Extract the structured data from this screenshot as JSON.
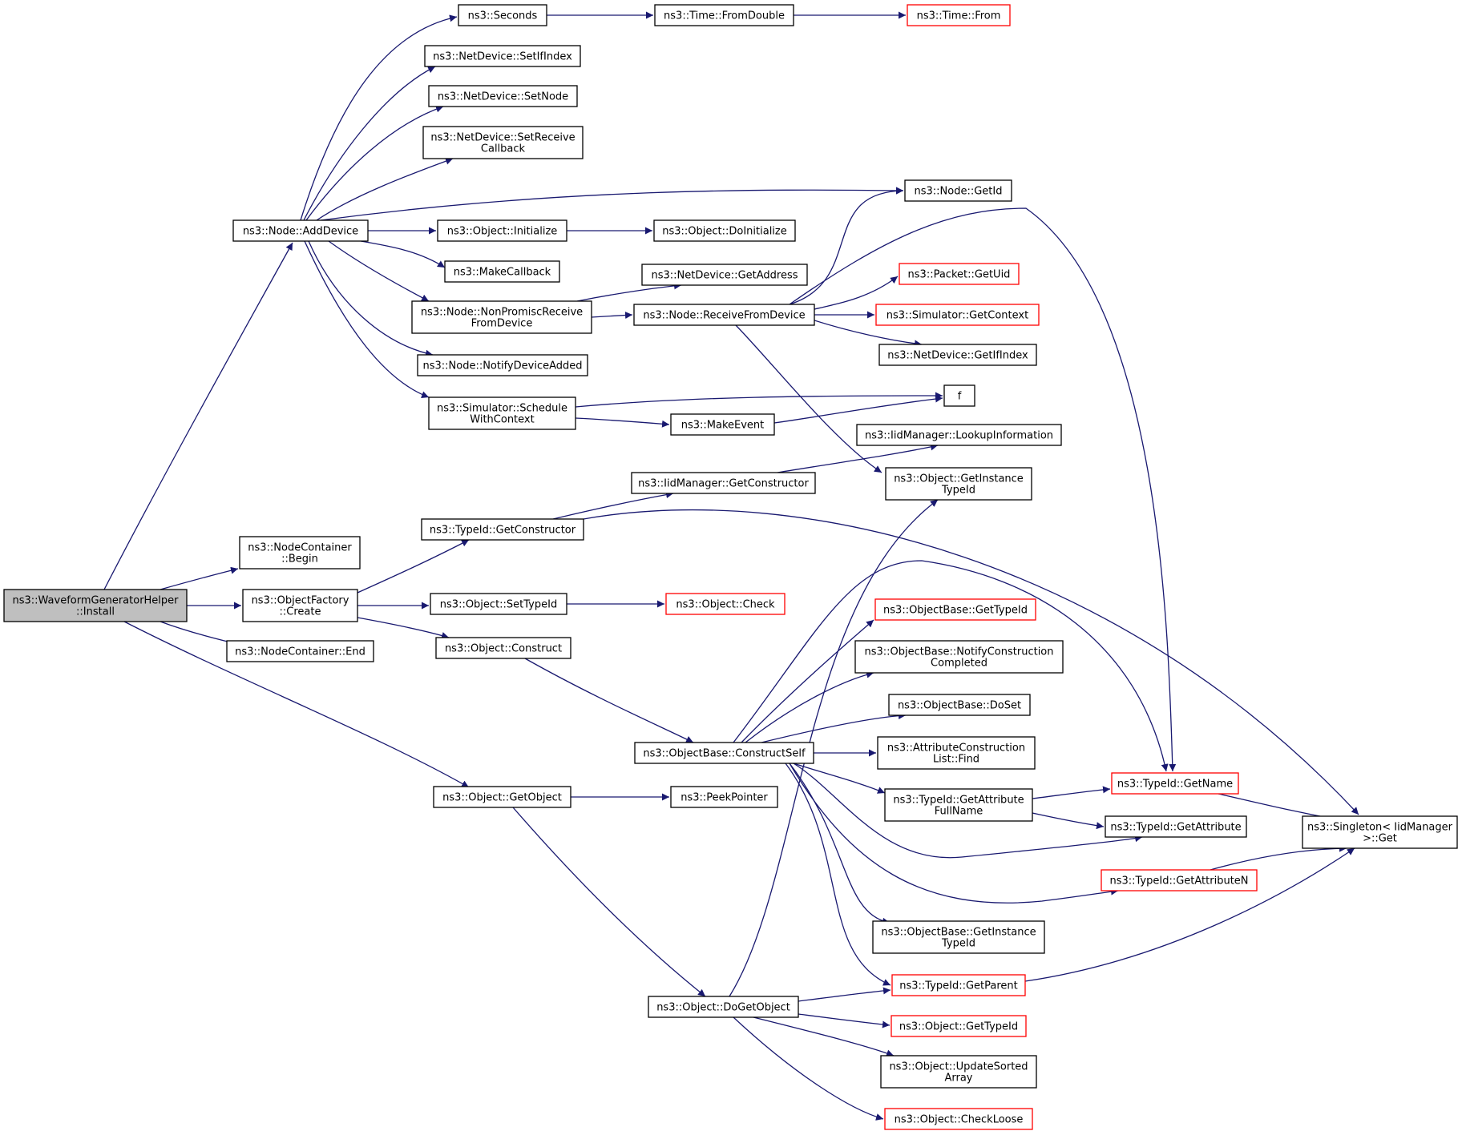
{
  "colors": {
    "edge": "#191970",
    "node_border": "#000000",
    "truncated_border": "#ff0000",
    "root_fill": "#bfbfbf",
    "node_fill": "#ffffff"
  },
  "nodes": [
    {
      "id": "install",
      "lines": [
        "ns3::WaveformGeneratorHelper",
        "::Install"
      ],
      "style": "root"
    },
    {
      "id": "addDevice",
      "lines": [
        "ns3::Node::AddDevice"
      ],
      "style": "normal"
    },
    {
      "id": "seconds",
      "lines": [
        "ns3::Seconds"
      ],
      "style": "normal"
    },
    {
      "id": "fromDouble",
      "lines": [
        "ns3::Time::FromDouble"
      ],
      "style": "normal"
    },
    {
      "id": "timeFrom",
      "lines": [
        "ns3::Time::From"
      ],
      "style": "truncated"
    },
    {
      "id": "setIfIndex",
      "lines": [
        "ns3::NetDevice::SetIfIndex"
      ],
      "style": "normal"
    },
    {
      "id": "setNode",
      "lines": [
        "ns3::NetDevice::SetNode"
      ],
      "style": "normal"
    },
    {
      "id": "setRecvCb",
      "lines": [
        "ns3::NetDevice::SetReceive",
        "Callback"
      ],
      "style": "normal"
    },
    {
      "id": "nodeGetId",
      "lines": [
        "ns3::Node::GetId"
      ],
      "style": "normal"
    },
    {
      "id": "objInit",
      "lines": [
        "ns3::Object::Initialize"
      ],
      "style": "normal"
    },
    {
      "id": "objDoInit",
      "lines": [
        "ns3::Object::DoInitialize"
      ],
      "style": "normal"
    },
    {
      "id": "makeCallback",
      "lines": [
        "ns3::MakeCallback"
      ],
      "style": "normal"
    },
    {
      "id": "getAddress",
      "lines": [
        "ns3::NetDevice::GetAddress"
      ],
      "style": "normal"
    },
    {
      "id": "packetUid",
      "lines": [
        "ns3::Packet::GetUid"
      ],
      "style": "truncated"
    },
    {
      "id": "nonPromisc",
      "lines": [
        "ns3::Node::NonPromiscReceive",
        "FromDevice"
      ],
      "style": "normal"
    },
    {
      "id": "recvFromDev",
      "lines": [
        "ns3::Node::ReceiveFromDevice"
      ],
      "style": "normal"
    },
    {
      "id": "simCtx",
      "lines": [
        "ns3::Simulator::GetContext"
      ],
      "style": "truncated"
    },
    {
      "id": "getIfIndex",
      "lines": [
        "ns3::NetDevice::GetIfIndex"
      ],
      "style": "normal"
    },
    {
      "id": "notifyAdded",
      "lines": [
        "ns3::Node::NotifyDeviceAdded"
      ],
      "style": "normal"
    },
    {
      "id": "f",
      "lines": [
        "f"
      ],
      "style": "normal"
    },
    {
      "id": "schedCtx",
      "lines": [
        "ns3::Simulator::Schedule",
        "WithContext"
      ],
      "style": "normal"
    },
    {
      "id": "makeEvent",
      "lines": [
        "ns3::MakeEvent"
      ],
      "style": "normal"
    },
    {
      "id": "lookupInfo",
      "lines": [
        "ns3::IidManager::LookupInformation"
      ],
      "style": "normal"
    },
    {
      "id": "iidGetCtor",
      "lines": [
        "ns3::IidManager::GetConstructor"
      ],
      "style": "normal"
    },
    {
      "id": "objGetInstTid",
      "lines": [
        "ns3::Object::GetInstance",
        "TypeId"
      ],
      "style": "normal"
    },
    {
      "id": "ncBegin",
      "lines": [
        "ns3::NodeContainer",
        "::Begin"
      ],
      "style": "normal"
    },
    {
      "id": "tidGetCtor",
      "lines": [
        "ns3::TypeId::GetConstructor"
      ],
      "style": "normal"
    },
    {
      "id": "ofCreate",
      "lines": [
        "ns3::ObjectFactory",
        "::Create"
      ],
      "style": "normal"
    },
    {
      "id": "setTypeId",
      "lines": [
        "ns3::Object::SetTypeId"
      ],
      "style": "normal"
    },
    {
      "id": "objCheck",
      "lines": [
        "ns3::Object::Check"
      ],
      "style": "truncated"
    },
    {
      "id": "obGetTypeId",
      "lines": [
        "ns3::ObjectBase::GetTypeId"
      ],
      "style": "truncated"
    },
    {
      "id": "ncEnd",
      "lines": [
        "ns3::NodeContainer::End"
      ],
      "style": "normal"
    },
    {
      "id": "objConstruct",
      "lines": [
        "ns3::Object::Construct"
      ],
      "style": "normal"
    },
    {
      "id": "notifyConstr",
      "lines": [
        "ns3::ObjectBase::NotifyConstruction",
        "Completed"
      ],
      "style": "normal"
    },
    {
      "id": "obDoSet",
      "lines": [
        "ns3::ObjectBase::DoSet"
      ],
      "style": "normal"
    },
    {
      "id": "constructSelf",
      "lines": [
        "ns3::ObjectBase::ConstructSelf"
      ],
      "style": "normal"
    },
    {
      "id": "attrFind",
      "lines": [
        "ns3::AttributeConstruction",
        "List::Find"
      ],
      "style": "normal"
    },
    {
      "id": "tidGetName",
      "lines": [
        "ns3::TypeId::GetName"
      ],
      "style": "truncated"
    },
    {
      "id": "objGetObject",
      "lines": [
        "ns3::Object::GetObject"
      ],
      "style": "normal"
    },
    {
      "id": "peekPointer",
      "lines": [
        "ns3::PeekPointer"
      ],
      "style": "normal"
    },
    {
      "id": "attrFullName",
      "lines": [
        "ns3::TypeId::GetAttribute",
        "FullName"
      ],
      "style": "normal"
    },
    {
      "id": "singletonGet",
      "lines": [
        "ns3::Singleton< IidManager",
        ">::Get"
      ],
      "style": "normal"
    },
    {
      "id": "tidGetAttr",
      "lines": [
        "ns3::TypeId::GetAttribute"
      ],
      "style": "normal"
    },
    {
      "id": "tidGetAttrN",
      "lines": [
        "ns3::TypeId::GetAttributeN"
      ],
      "style": "truncated"
    },
    {
      "id": "obGetInstTid",
      "lines": [
        "ns3::ObjectBase::GetInstance",
        "TypeId"
      ],
      "style": "normal"
    },
    {
      "id": "tidGetParent",
      "lines": [
        "ns3::TypeId::GetParent"
      ],
      "style": "truncated"
    },
    {
      "id": "doGetObject",
      "lines": [
        "ns3::Object::DoGetObject"
      ],
      "style": "normal"
    },
    {
      "id": "objGetTypeId",
      "lines": [
        "ns3::Object::GetTypeId"
      ],
      "style": "truncated"
    },
    {
      "id": "updSorted",
      "lines": [
        "ns3::Object::UpdateSorted",
        "Array"
      ],
      "style": "normal"
    },
    {
      "id": "checkLoose",
      "lines": [
        "ns3::Object::CheckLoose"
      ],
      "style": "truncated"
    }
  ],
  "edges": [
    [
      "install",
      "addDevice"
    ],
    [
      "install",
      "ncBegin"
    ],
    [
      "install",
      "ofCreate"
    ],
    [
      "install",
      "ncEnd"
    ],
    [
      "install",
      "objGetObject"
    ],
    [
      "addDevice",
      "seconds"
    ],
    [
      "addDevice",
      "setIfIndex"
    ],
    [
      "addDevice",
      "setNode"
    ],
    [
      "addDevice",
      "setRecvCb"
    ],
    [
      "addDevice",
      "nodeGetId"
    ],
    [
      "addDevice",
      "objInit"
    ],
    [
      "addDevice",
      "makeCallback"
    ],
    [
      "addDevice",
      "nonPromisc"
    ],
    [
      "addDevice",
      "notifyAdded"
    ],
    [
      "addDevice",
      "schedCtx"
    ],
    [
      "seconds",
      "fromDouble"
    ],
    [
      "fromDouble",
      "timeFrom"
    ],
    [
      "objInit",
      "objDoInit"
    ],
    [
      "nonPromisc",
      "getAddress"
    ],
    [
      "nonPromisc",
      "recvFromDev"
    ],
    [
      "recvFromDev",
      "nodeGetId"
    ],
    [
      "recvFromDev",
      "tidGetName"
    ],
    [
      "recvFromDev",
      "packetUid"
    ],
    [
      "recvFromDev",
      "simCtx"
    ],
    [
      "recvFromDev",
      "getIfIndex"
    ],
    [
      "recvFromDev",
      "objGetInstTid"
    ],
    [
      "schedCtx",
      "f"
    ],
    [
      "schedCtx",
      "makeEvent"
    ],
    [
      "makeEvent",
      "f"
    ],
    [
      "ofCreate",
      "tidGetCtor"
    ],
    [
      "ofCreate",
      "setTypeId"
    ],
    [
      "ofCreate",
      "objConstruct"
    ],
    [
      "tidGetCtor",
      "iidGetCtor"
    ],
    [
      "tidGetCtor",
      "singletonGet"
    ],
    [
      "iidGetCtor",
      "lookupInfo"
    ],
    [
      "setTypeId",
      "objCheck"
    ],
    [
      "objConstruct",
      "constructSelf"
    ],
    [
      "constructSelf",
      "tidGetName"
    ],
    [
      "constructSelf",
      "obGetTypeId"
    ],
    [
      "constructSelf",
      "notifyConstr"
    ],
    [
      "constructSelf",
      "obDoSet"
    ],
    [
      "constructSelf",
      "attrFind"
    ],
    [
      "constructSelf",
      "attrFullName"
    ],
    [
      "constructSelf",
      "tidGetAttr"
    ],
    [
      "constructSelf",
      "tidGetAttrN"
    ],
    [
      "constructSelf",
      "obGetInstTid"
    ],
    [
      "constructSelf",
      "tidGetParent"
    ],
    [
      "attrFullName",
      "tidGetName"
    ],
    [
      "attrFullName",
      "tidGetAttr"
    ],
    [
      "tidGetName",
      "singletonGet"
    ],
    [
      "tidGetAttrN",
      "singletonGet"
    ],
    [
      "tidGetParent",
      "singletonGet"
    ],
    [
      "objGetObject",
      "peekPointer"
    ],
    [
      "objGetObject",
      "doGetObject"
    ],
    [
      "doGetObject",
      "objGetInstTid"
    ],
    [
      "doGetObject",
      "tidGetParent"
    ],
    [
      "doGetObject",
      "objGetTypeId"
    ],
    [
      "doGetObject",
      "updSorted"
    ],
    [
      "doGetObject",
      "checkLoose"
    ]
  ]
}
